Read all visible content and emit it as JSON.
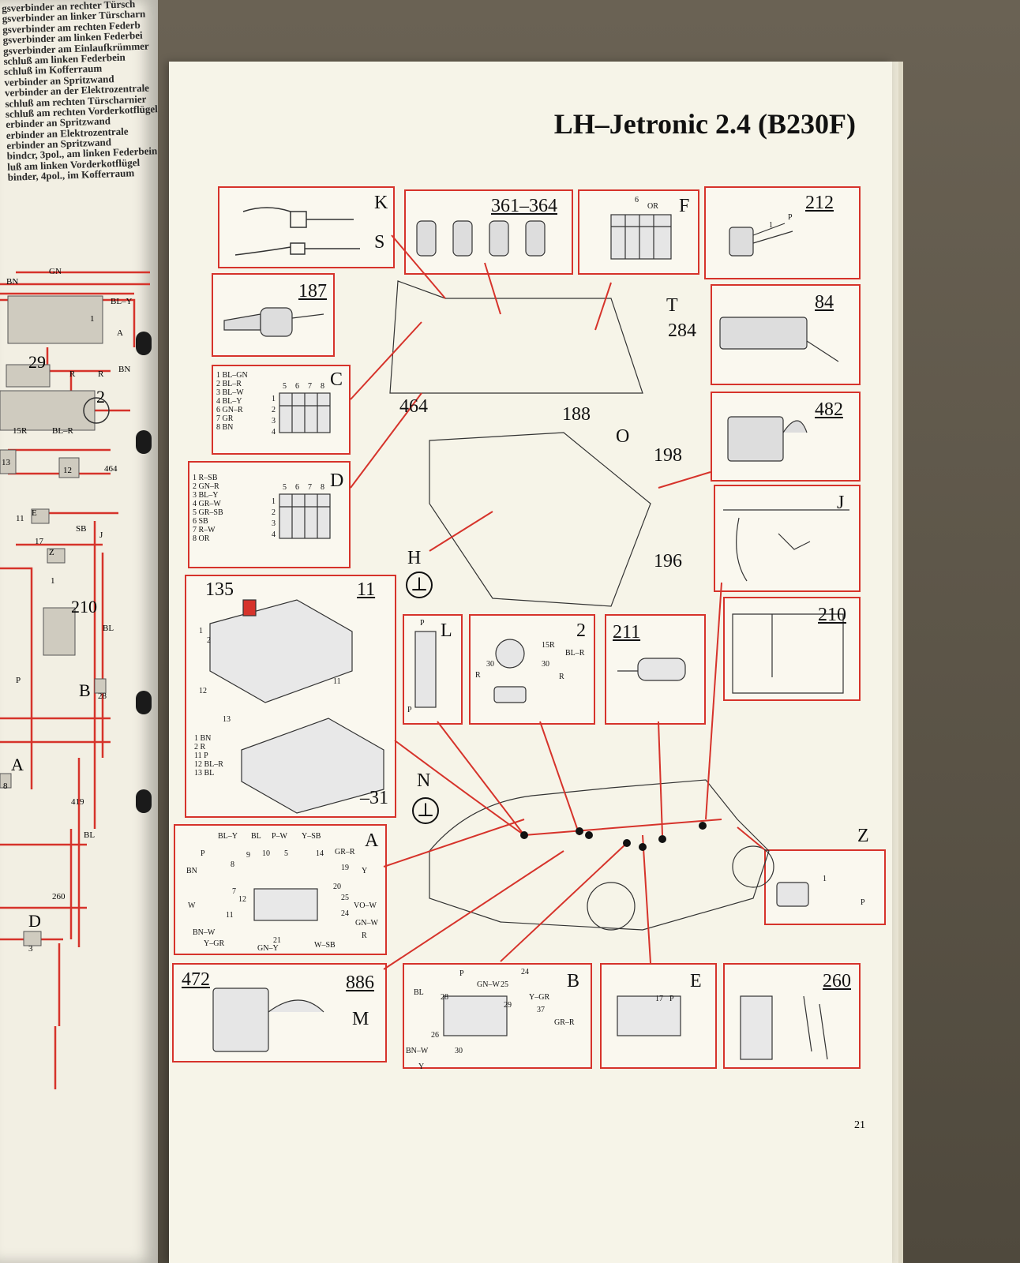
{
  "left_page": {
    "lines": [
      "gsverbinder an rechter Türsch",
      "gsverbinder an linker Türscharn",
      "gsverbinder am rechten Federb",
      "gsverbinder am linken Federbei",
      "gsverbinder am Einlaufkrümmer",
      "schluß am linken Federbein",
      "schluß im Kofferraum",
      "verbinder an Spritzwand",
      "verbinder an der Elektrozentrale",
      "schluß am rechten Türscharnier",
      "schluß am rechten Vorderkotflügel",
      "erbinder an Spritzwand",
      "erbinder an Elektrozentrale",
      "erbinder an Spritzwand",
      "bindcr, 3pol., am linken Federbein",
      "luß am linken Vorderkotflügel",
      "binder, 4pol., im Kofferraum"
    ],
    "labels": [
      "GN",
      "BN",
      "BL–Y",
      "1",
      "A",
      "29",
      "R",
      "R",
      "2",
      "15R",
      "BL–R",
      "13",
      "12",
      "464",
      "11",
      "E",
      "17",
      "SB",
      "J",
      "Z",
      "1",
      "210",
      "P",
      "B",
      "28",
      "A",
      "8",
      "419",
      "BL",
      "260",
      "D",
      "3",
      "BL",
      "BN"
    ]
  },
  "page": {
    "title": "LH–Jetronic 2.4 (B230F)",
    "page_number": "21"
  },
  "diagram": {
    "K_S": {
      "k": "K",
      "s": "S"
    },
    "injectors": {
      "label": "361–364"
    },
    "F": {
      "label": "F",
      "six": "6",
      "or": "OR"
    },
    "c212": {
      "label": "212",
      "one": "1",
      "p": "P"
    },
    "c187": {
      "label": "187"
    },
    "T": "T",
    "c284": "284",
    "c84": {
      "label": "84"
    },
    "C": {
      "label": "C",
      "legend": [
        "1 BL–GN",
        "2 BL–R",
        "3 BL–W",
        "4 BL–Y",
        "6 GN–R",
        "7 GR",
        "8 BN"
      ],
      "pins_top": [
        "5",
        "6",
        "7",
        "8"
      ],
      "pins_left": [
        "1",
        "2",
        "3",
        "4"
      ]
    },
    "c464": "464",
    "c188": "188",
    "c482": {
      "label": "482"
    },
    "O": "O",
    "c198": "198",
    "D": {
      "label": "D",
      "legend": [
        "1 R–SB",
        "2 GN–R",
        "3 BL–Y",
        "4 GR–W",
        "5 GR–SB",
        "6 SB",
        "7 R–W",
        "8 OR"
      ],
      "pins_top": [
        "5",
        "6",
        "7",
        "8"
      ],
      "pins_left": [
        "1",
        "2",
        "3",
        "4"
      ]
    },
    "J": {
      "label": "J"
    },
    "H": "H",
    "ground": "⊥",
    "c196": "196",
    "relay": {
      "n135": "135",
      "n11": "11",
      "legend": [
        "1 BN",
        "2 R",
        "11 P",
        "12 BL–R",
        "13 BL"
      ],
      "m31": "–31",
      "nums": [
        "1",
        "2",
        "12",
        "13",
        "11"
      ]
    },
    "L": {
      "label": "L",
      "p1": "P",
      "p2": "P"
    },
    "c2": {
      "label": "2",
      "r15": "15R",
      "blr": "BL–R",
      "n30a": "30",
      "n30b": "30",
      "ra": "R",
      "rb": "R"
    },
    "c211": {
      "label": "211"
    },
    "c210": {
      "label": "210"
    },
    "N": "N",
    "A": {
      "label": "A",
      "wires": [
        "BL–Y",
        "BL",
        "P–W",
        "Y–SB",
        "P",
        "8",
        "9",
        "10",
        "5",
        "14",
        "GR–R",
        "19",
        "Y",
        "BN",
        "20",
        "7",
        "12",
        "25",
        "VO–W",
        "W",
        "24",
        "11",
        "GN–W",
        "BN–W",
        "Y–GR",
        "R",
        "GN–Y",
        "21",
        "W–SB"
      ]
    },
    "Z": {
      "label": "Z",
      "one": "1",
      "p": "P"
    },
    "M": {
      "n472": "472",
      "n886": "886",
      "m": "M"
    },
    "B": {
      "label": "B",
      "wires": [
        "P",
        "GN–W",
        "24",
        "25",
        "BL",
        "28",
        "29",
        "Y–GR",
        "37",
        "GR–R",
        "26",
        "BN–W",
        "30",
        "Y"
      ]
    },
    "E": {
      "label": "E",
      "n17": "17",
      "p": "P"
    },
    "c260": {
      "label": "260"
    }
  }
}
